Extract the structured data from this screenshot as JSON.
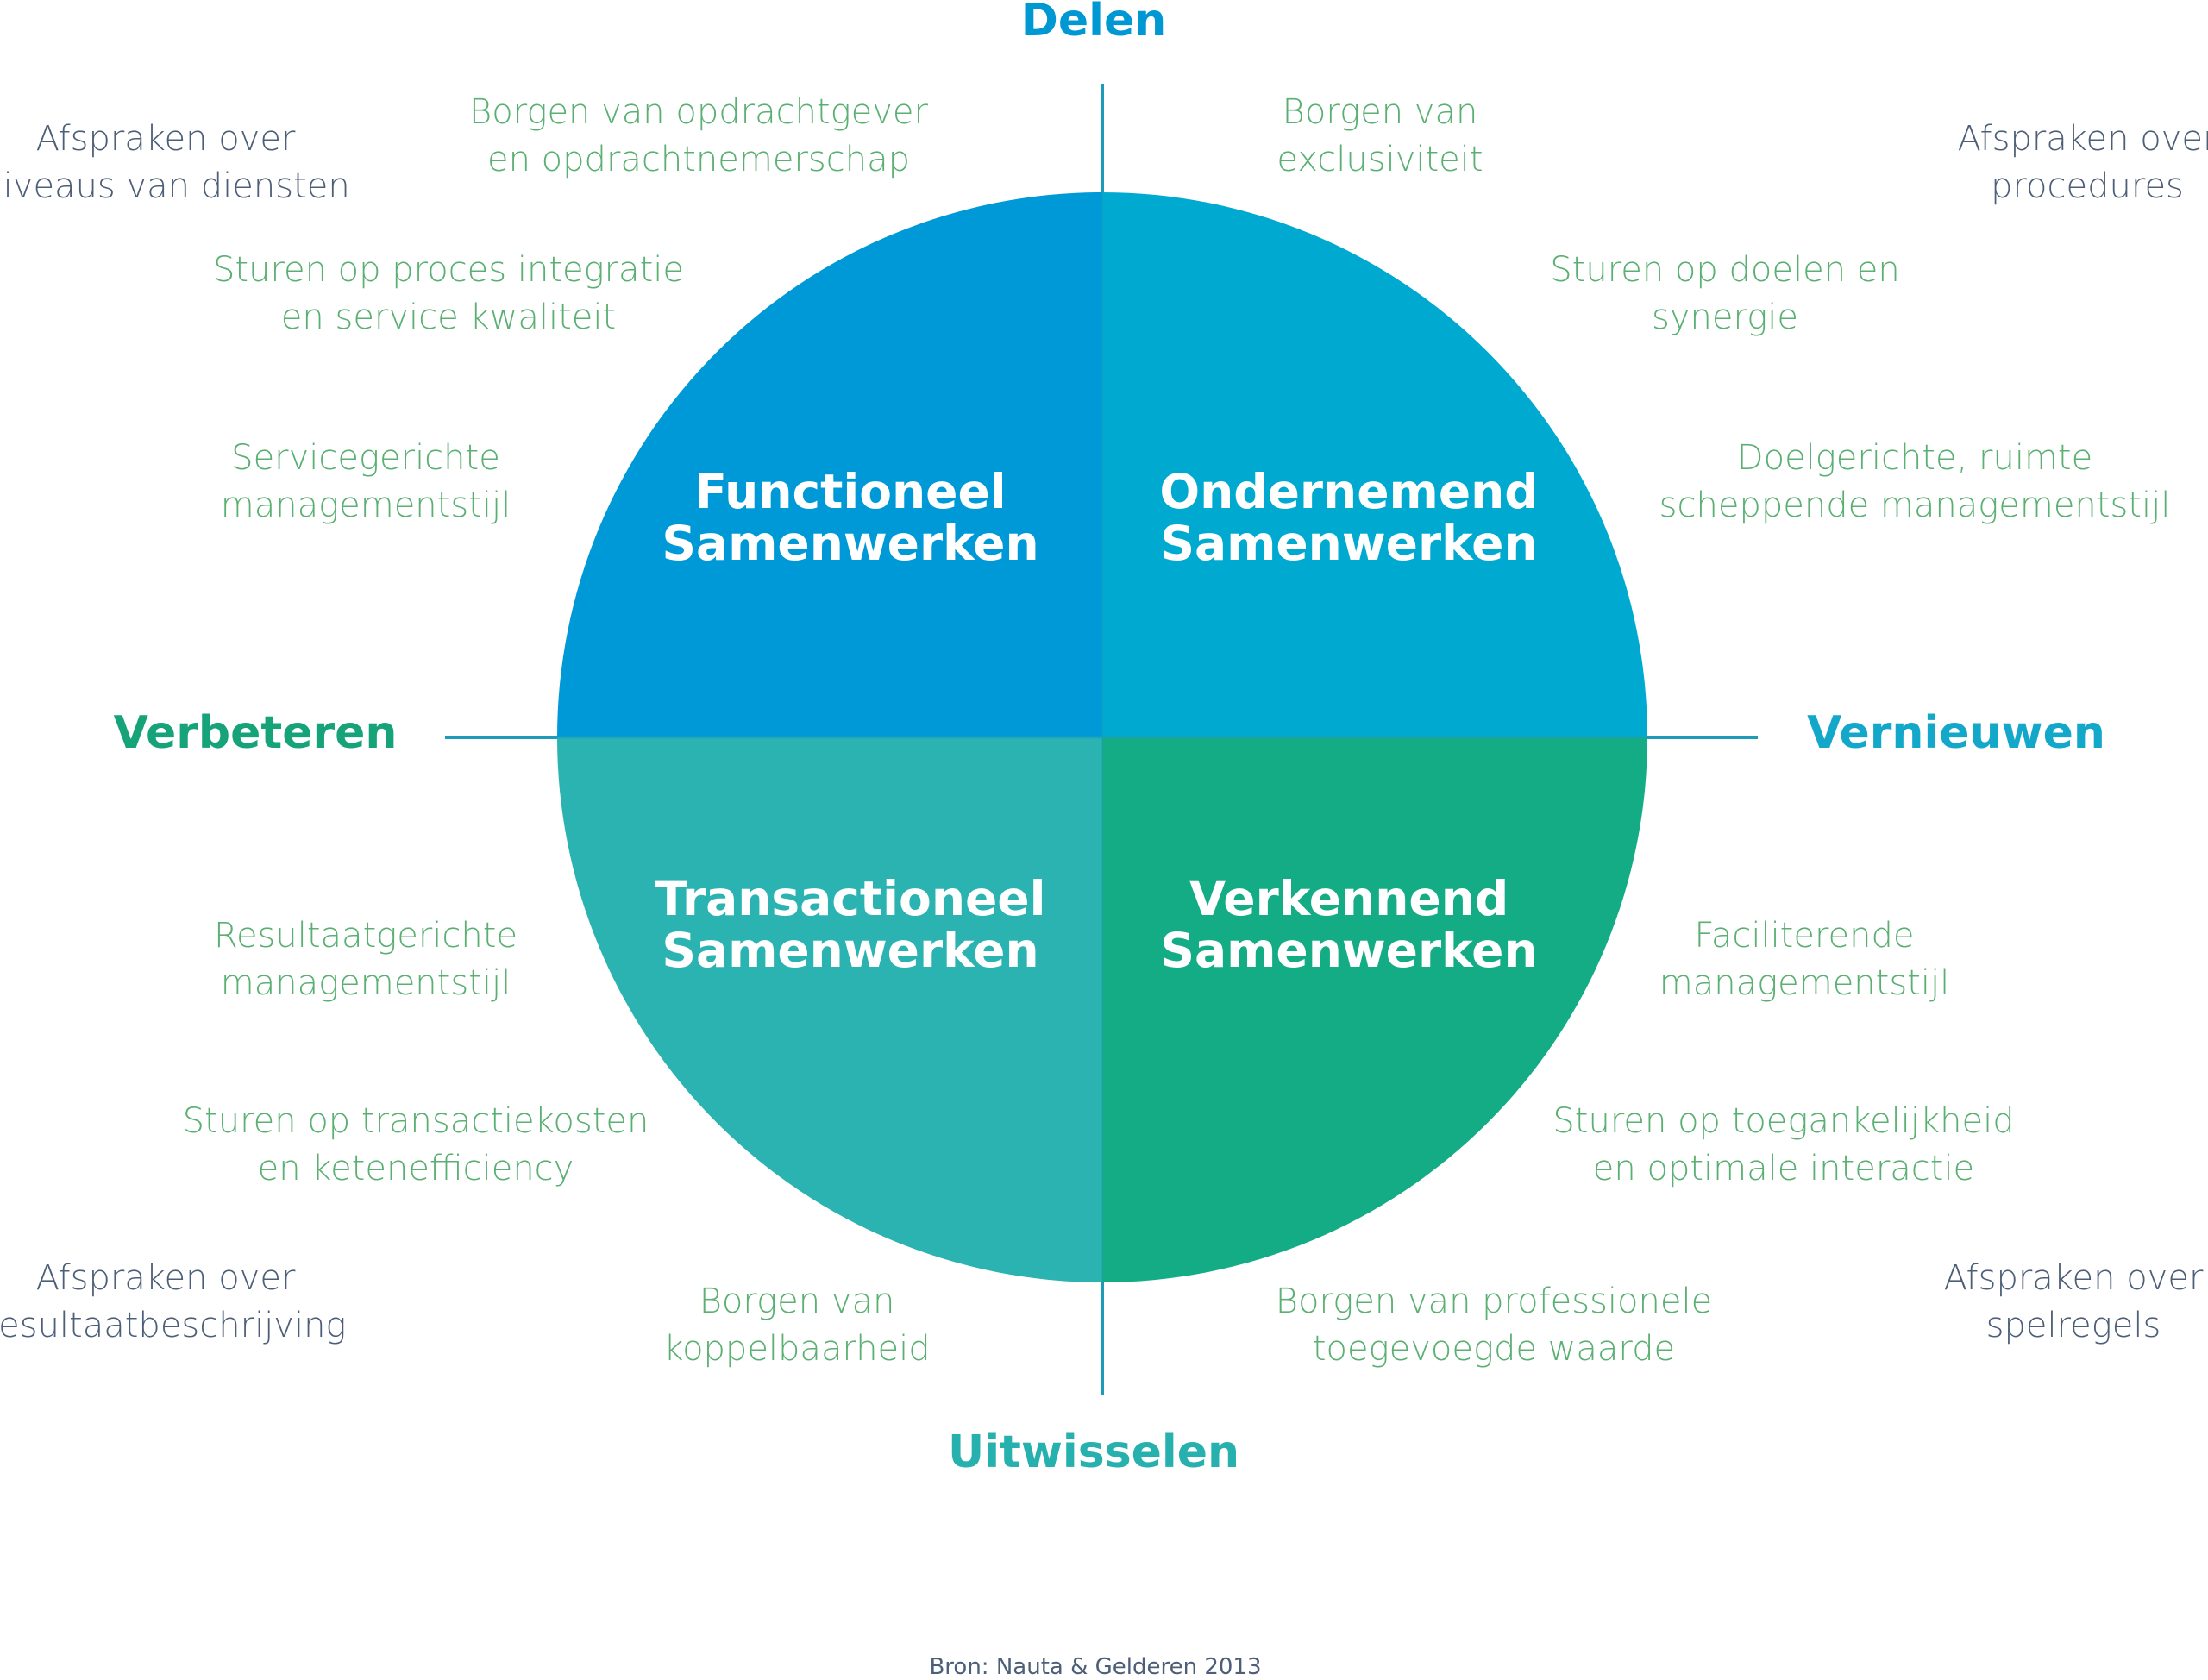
{
  "axes": {
    "top": "Delen",
    "bottom": "Uitwisselen",
    "left": "Verbeteren",
    "right": "Vernieuwen"
  },
  "quadrants": {
    "top_left": {
      "line1": "Functioneel",
      "line2": "Samenwerken"
    },
    "top_right": {
      "line1": "Ondernemend",
      "line2": "Samenwerken"
    },
    "bottom_left": {
      "line1": "Transactioneel",
      "line2": "Samenwerken"
    },
    "bottom_right": {
      "line1": "Verkennend",
      "line2": "Samenwerken"
    }
  },
  "annotations": {
    "tl_borgen": {
      "line1": "Borgen van opdrachtgever",
      "line2": "en opdrachtnemerschap"
    },
    "tl_sturen": {
      "line1": "Sturen op proces integratie",
      "line2": "en service kwaliteit"
    },
    "tl_stijl": {
      "line1": "Servicegerichte",
      "line2": "managementstijl"
    },
    "tl_afspraken": {
      "line1": "Afspraken over",
      "line2": "niveaus van diensten"
    },
    "tr_borgen": {
      "line1": "Borgen van",
      "line2": "exclusiviteit"
    },
    "tr_sturen": {
      "line1": "Sturen op doelen en",
      "line2": "synergie"
    },
    "tr_stijl": {
      "line1": "Doelgerichte, ruimte",
      "line2": "scheppende managementstijl"
    },
    "tr_afspraken": {
      "line1": "Afspraken over",
      "line2": "procedures"
    },
    "bl_stijl": {
      "line1": "Resultaatgerichte",
      "line2": "managementstijl"
    },
    "bl_sturen": {
      "line1": "Sturen op transactiekosten",
      "line2": "en ketenefficiency"
    },
    "bl_borgen": {
      "line1": "Borgen van",
      "line2": "koppelbaarheid"
    },
    "bl_afspraken": {
      "line1": "Afspraken over",
      "line2": "resultaatbeschrijving"
    },
    "br_stijl": {
      "line1": "Faciliterende",
      "line2": "managementstijl"
    },
    "br_sturen": {
      "line1": "Sturen op toegankelijkheid",
      "line2": "en optimale interactie"
    },
    "br_borgen": {
      "line1": "Borgen van professionele",
      "line2": "toegevoegde waarde"
    },
    "br_afspraken": {
      "line1": "Afspraken over",
      "line2": "spelregels"
    }
  },
  "source": "Bron: Nauta & Gelderen 2013",
  "colors": {
    "top_left": "#0099d8",
    "top_right": "#00a9cf",
    "bottom_left": "#2ab3b1",
    "bottom_right": "#14ac84",
    "axis_line": "#1d9bb8",
    "axis_top": "#0098d3",
    "axis_bottom": "#26b0ae",
    "axis_left": "#16a37a",
    "axis_right": "#13a7c9",
    "annotation_green": "#5aaf72",
    "annotation_navy": "#4d5f78"
  }
}
